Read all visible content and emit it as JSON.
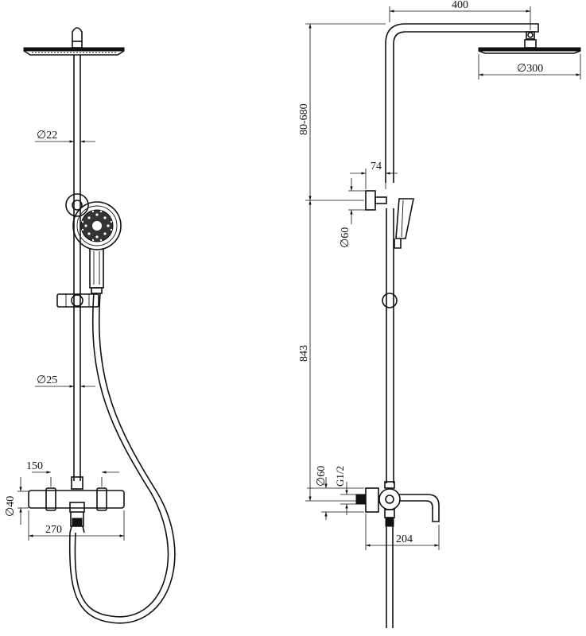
{
  "dimensions": {
    "left_d22": "∅22",
    "left_d25": "∅25",
    "left_150": "150",
    "left_d40": "∅40",
    "left_270": "270",
    "right_400": "400",
    "right_d300": "∅300",
    "right_80_680": "80-680",
    "right_74": "74",
    "right_d60_top": "∅60",
    "right_843": "843",
    "right_d60_bottom": "∅60",
    "right_g12": "G1/2",
    "right_204": "204"
  },
  "colors": {
    "line": "#111111",
    "background": "#ffffff"
  }
}
